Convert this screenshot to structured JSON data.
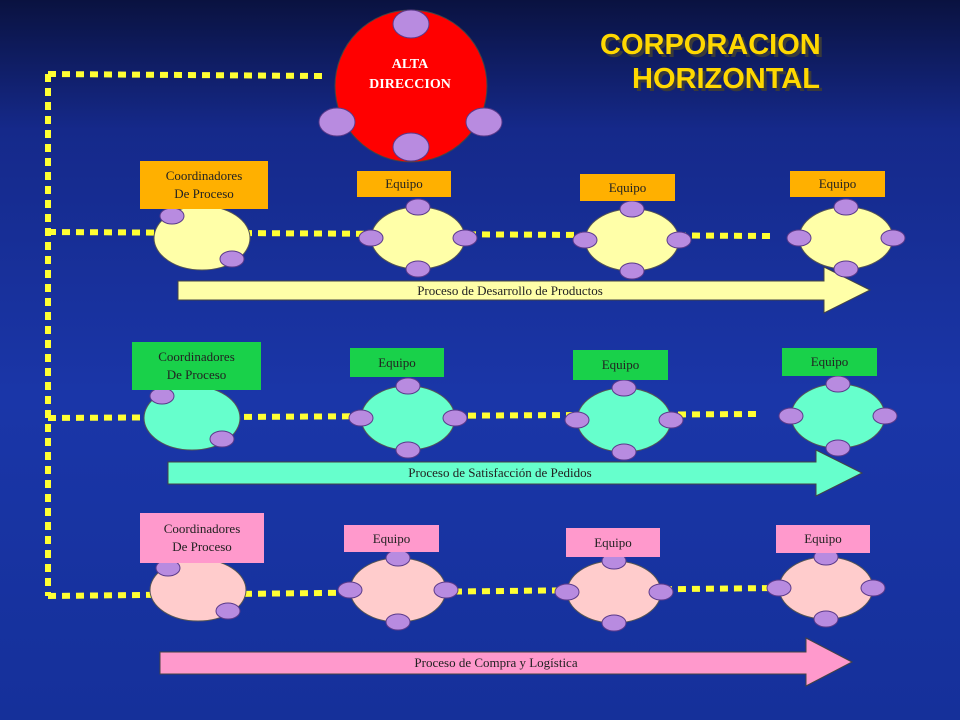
{
  "title": {
    "line1": "CORPORACION",
    "line2": "HORIZONTAL"
  },
  "top": {
    "line1": "ALTA",
    "line2": "DIRECCION"
  },
  "rows": [
    {
      "coord_line1": "Coordinadores",
      "coord_line2": "De Proceso",
      "teams": [
        "Equipo",
        "Equipo",
        "Equipo"
      ],
      "process": "Proceso de Desarrollo de Productos",
      "colors": {
        "label": "#ffb000",
        "circle": "#ffffa8",
        "arrow": "#ffffa8"
      }
    },
    {
      "coord_line1": "Coordinadores",
      "coord_line2": "De Proceso",
      "teams": [
        "Equipo",
        "Equipo",
        "Equipo"
      ],
      "process": "Proceso de Satisfacción de Pedidos",
      "colors": {
        "label": "#19d14a",
        "circle": "#66ffcc",
        "arrow": "#66ffcc"
      }
    },
    {
      "coord_line1": "Coordinadores",
      "coord_line2": "De Proceso",
      "teams": [
        "Equipo",
        "Equipo",
        "Equipo"
      ],
      "process": "Proceso de Compra y Logística",
      "colors": {
        "label": "#ff99cc",
        "circle": "#ffcccc",
        "arrow": "#ff99cc"
      }
    }
  ],
  "colors": {
    "connector": "#ffff33",
    "node": "#b88be0",
    "top_circle": "#ff0000",
    "title": "#ffd800"
  }
}
